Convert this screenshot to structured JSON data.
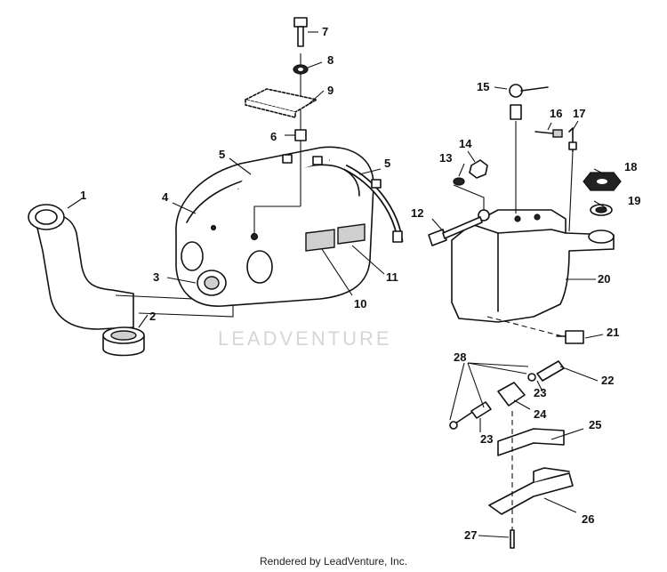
{
  "watermark": "LEADVENTURE",
  "credit": "Rendered by LeadVenture, Inc.",
  "callouts": {
    "c1": "1",
    "c2": "2",
    "c3": "3",
    "c4": "4",
    "c5a": "5",
    "c5b": "5",
    "c6": "6",
    "c7": "7",
    "c8": "8",
    "c9": "9",
    "c10": "10",
    "c11": "11",
    "c12": "12",
    "c13": "13",
    "c14": "14",
    "c15": "15",
    "c16": "16",
    "c17": "17",
    "c18": "18",
    "c19": "19",
    "c20": "20",
    "c21": "21",
    "c22": "22",
    "c23a": "23",
    "c23b": "23",
    "c24": "24",
    "c25": "25",
    "c26": "26",
    "c27": "27",
    "c28": "28"
  }
}
